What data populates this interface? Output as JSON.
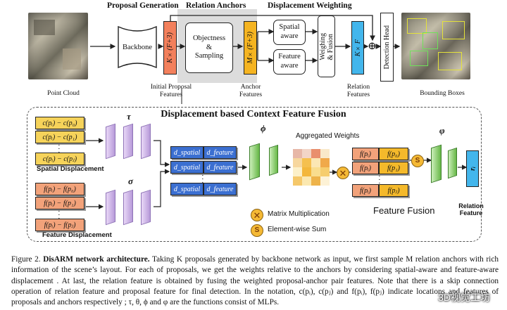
{
  "figure": {
    "top": {
      "headers": {
        "proposal_generation": "Proposal Generation",
        "relation_anchors": "Relation Anchors",
        "displacement_weighting": "Displacement Weighting"
      },
      "backbone": "Backbone",
      "proposal_dim": "K×(F+3)",
      "objectness": "Objectness\n&\nSampling",
      "anchor_dim": "M×(F+3)",
      "spatial_aware": "Spatial\naware",
      "feature_aware": "Feature\naware",
      "weighing_fusion": "Weighing\n& Fusion",
      "relation_dim": "K×F",
      "detection_head": "Detection Head",
      "plus_symbol": "⊕",
      "labels": {
        "point_cloud": "Point Cloud",
        "initial_features": "Initial Proposal\nFeatures",
        "anchor_features": "Anchor\nFeatures",
        "relation_features": "Relation\nFeatures",
        "bounding_boxes": "Bounding Boxes"
      }
    },
    "bottom": {
      "title": "Displacement based Context Feature Fusion",
      "spatial_chips": [
        "c(pᵢ) − c(p₀)",
        "c(pᵢ) − c(p₁)",
        "c(pᵢ) − c(pⱼ)"
      ],
      "feature_chips": [
        "f(pᵢ) − f(p₀)",
        "f(pᵢ) − f(p₁)",
        "f(pᵢ) − f(pⱼ)"
      ],
      "spatial_label": "Spatial Displacement",
      "feature_label": "Feature Displacement",
      "tau": "τ",
      "sigma": "σ",
      "phi": "ϕ",
      "varphi": "φ",
      "dspatial": "d_spatial",
      "dfeature": "d_feature",
      "aggregated": "Aggregated Weights",
      "fusion_chips_left": [
        "f(pᵢ)",
        "f(pᵢ)",
        "f(pᵢ)"
      ],
      "fusion_chips_right": [
        "f(p₀)",
        "f(p₁)",
        "f(pⱼ)"
      ],
      "feature_fusion": "Feature Fusion",
      "relation_feature": "Relation\nFeature",
      "r_i": "rᵢ",
      "legend_mm": "Matrix Multiplication",
      "legend_es": "Element-wise Sum",
      "mm_symbol": "✕",
      "es_symbol": "S"
    }
  },
  "caption": {
    "label": "Figure 2.",
    "title": "DisARM network architecture.",
    "text": " Taking K proposals generated by backbone network as input, we first sample M relation anchors with rich information of the scene’s layout. For each of proposals, we get the weights relative to the anchors by considering spatial-aware and feature-aware displacement . At last, the relation feature is obtained by fusing the weighted proposal-anchor pair features. Note that there is a skip connection operation of relation feature and proposal feature for final detection. In the notation, c(pᵢ), c(pⱼ) and f(pᵢ), f(pⱼ) indicate locations and features of proposals and anchors respectively ; τ, θ, ϕ and φ are the functions consist of MLPs."
  },
  "watermark": "3D视觉工坊"
}
